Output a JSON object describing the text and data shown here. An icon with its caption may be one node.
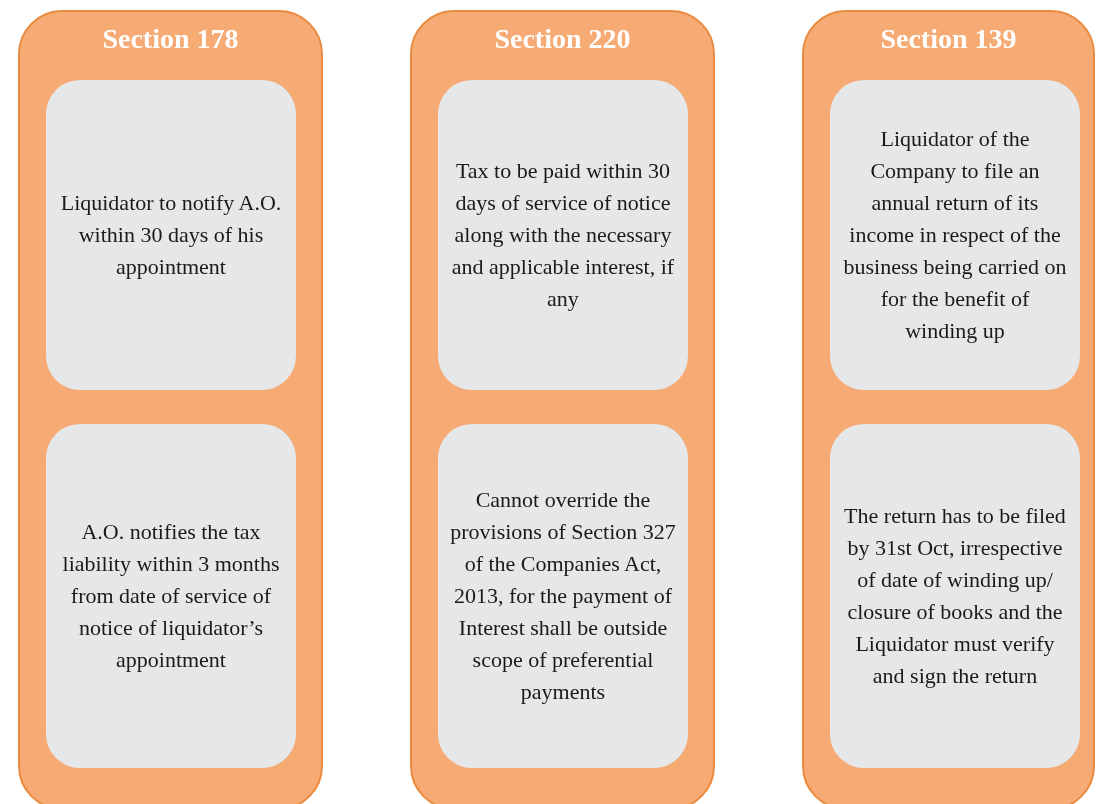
{
  "diagram": {
    "nodes": [
      {
        "text": [
          "Section 178"
        ]
      },
      {
        "text": [
          "Liquidator to notify A.O. within 30 days of his appointment"
        ],
        "in": 0
      },
      {
        "text": [
          "A.O. notifies the tax liability within 3 months from date of service of notice of liquidator’s appointment"
        ],
        "in": 0
      },
      {
        "text": [
          "Section 220"
        ]
      },
      {
        "text": [
          "Tax to be paid within 30 days of service of notice along with the necessary and applicable interest, if any"
        ],
        "in": 3
      },
      {
        "text": [
          "Cannot override the provisions of Section 327 of the Companies Act, 2013, for the payment of Interest shall be outside scope of preferential payments"
        ],
        "in": 3
      },
      {
        "text": [
          "Section 139"
        ]
      },
      {
        "text": [
          "Liquidator of the Company to file an annual return of its income in respect of the business being carried on for the benefit of winding up"
        ],
        "in": 6
      },
      {
        "text": [
          "The return has to be filed by 31st Oct, irrespective of date of winding up/ closure of books and the Liquidator must verify and sign the return"
        ],
        "in": 6
      }
    ]
  }
}
